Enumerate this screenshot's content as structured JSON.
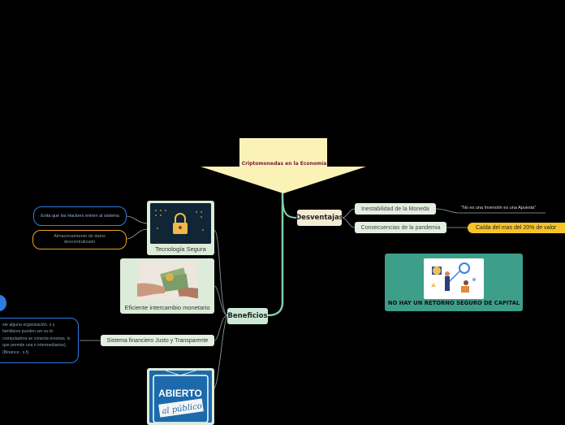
{
  "central": {
    "title": "Criptomonedas en la Economía"
  },
  "desventajas": {
    "label": "Desventajas",
    "items": [
      {
        "label": "Inestabilidad de la Moneda",
        "note": "\"No es una Inversión es una Apuesta\""
      },
      {
        "label": "Consecuencias de la pandemia",
        "note": "Caída del mas del 20% de valor"
      }
    ],
    "card_label": "NO HAY UN RETORNO SEGURO DE CAPITAL"
  },
  "beneficios": {
    "label": "Beneficios",
    "tech_card_label": "Tecnología Segura",
    "tech_notes": [
      "Evita que los Hackers entren al sistema",
      "Almacenamiento de datos descentralizado"
    ],
    "exchange_card_label": "Eficiente intercambio monetario",
    "system_label": "Sistema financiero Justo y Transparente",
    "system_note": "ste alguna organización. s y familiares pueden ser su tó computadora se conecta ersonas, lo que permite una n intermediarios). (Binance , s.f).",
    "open_sign_line1": "ABIERTO",
    "open_sign_line2": "al público"
  },
  "colors": {
    "background": "#000000",
    "central_fill": "#fbf2b7",
    "branch_line": "#7fcea8",
    "accent_yellow": "#f7c427",
    "blue_outline": "#2f7be0",
    "orange_outline": "#f0a020",
    "card_fill": "#dcecd8",
    "teal_card": "#3d9e8a"
  }
}
